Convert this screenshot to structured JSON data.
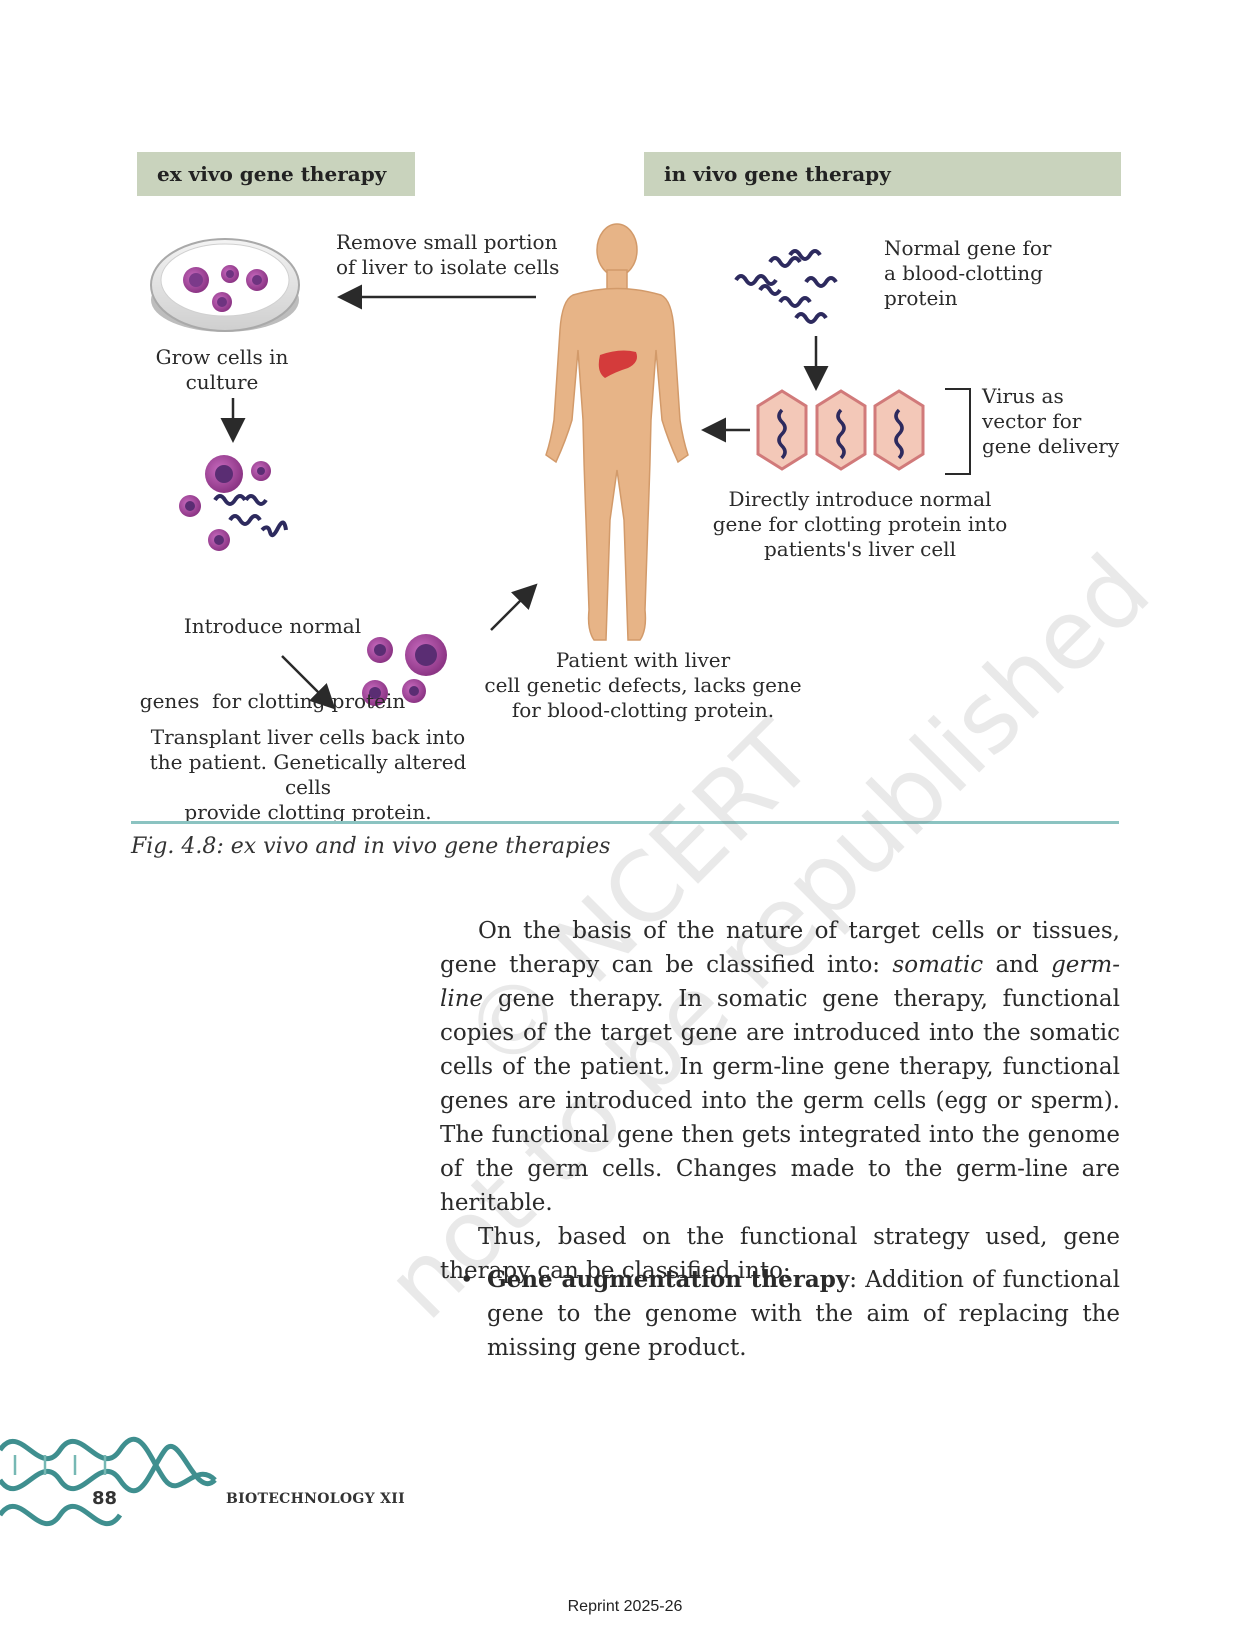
{
  "figure": {
    "ex_vivo_header": "ex vivo gene therapy",
    "in_vivo_header": "in vivo gene therapy",
    "remove_portion": [
      "Remove small portion",
      "of liver to isolate cells"
    ],
    "grow_cells": [
      "Grow cells in",
      "culture"
    ],
    "introduce_normal": [
      "Introduce normal",
      "genes  for clotting protein"
    ],
    "transplant": [
      "Transplant liver cells back into",
      "the patient. Genetically altered cells",
      "provide clotting protein."
    ],
    "patient": [
      "Patient with liver",
      "cell genetic defects, lacks gene",
      "for blood-clotting protein."
    ],
    "normal_gene": [
      "Normal gene for",
      "a blood-clotting",
      "protein"
    ],
    "virus": [
      "Virus as",
      "vector for",
      "gene delivery"
    ],
    "directly_introduce": [
      "Directly introduce normal",
      "gene for clotting protein into",
      "patients's liver cell"
    ],
    "caption": "Fig. 4.8: ex vivo and in vivo gene therapies"
  },
  "body": {
    "p1_a": "On the basis of the nature of target cells or tissues, gene therapy can be classified into: ",
    "p1_somatic": "somatic",
    "p1_and": " and ",
    "p1_germ": "germ-line",
    "p1_b": " gene therapy. In somatic gene therapy, functional copies of the target gene are introduced into the somatic cells of the patient. In germ-line gene therapy, functional genes are introduced into the germ cells (egg or sperm). The functional gene then gets integrated into the genome of the germ cells. Changes made to the germ-line are heritable.",
    "p2": "Thus, based on the functional strategy used, gene therapy can be classified into:",
    "bullet_term": "Gene augmentation therapy",
    "bullet_text": ": Addition of functional gene to the genome with the aim of replacing the missing gene product."
  },
  "watermark": [
    "© NCERT",
    "not to be republished"
  ],
  "footer": {
    "page_number": "88",
    "book_title": "BIOTECHNOLOGY XII",
    "reprint": "Reprint 2025-26"
  },
  "colors": {
    "header_bg": "#c9d3bd",
    "rule": "#8bc3c1",
    "cell_purple": "#a24a9a",
    "skin": "#e7b487",
    "liver_red": "#d43b3b",
    "dna_teal": "#3f8f8f"
  }
}
